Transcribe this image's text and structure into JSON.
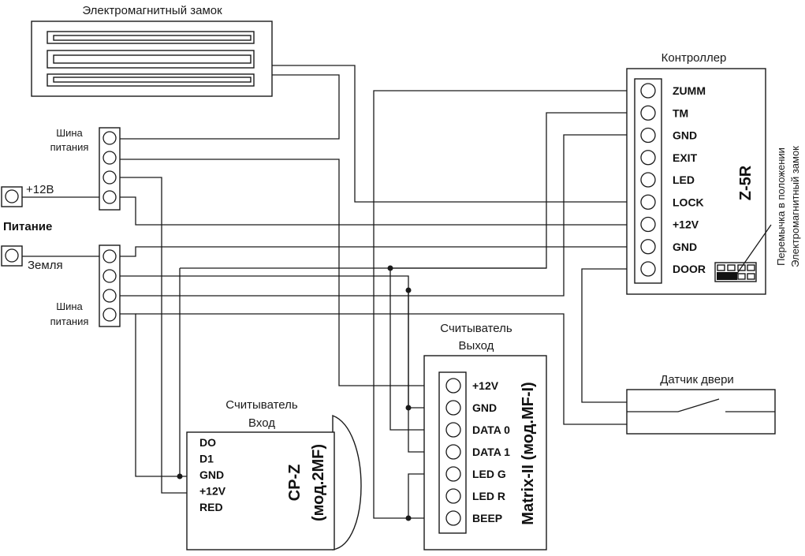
{
  "lock": {
    "title": "Электромагнитный замок"
  },
  "controller": {
    "title": "Контроллер",
    "model": "Z-5R",
    "pins": [
      "ZUMM",
      "TM",
      "GND",
      "EXIT",
      "LED",
      "LOCK",
      "+12V",
      "GND",
      "DOOR"
    ],
    "jumper_note_line1": "Перемычка в положении",
    "jumper_note_line2": "Электромагнитный замок"
  },
  "power": {
    "plus_label": "+12В",
    "title": "Питание",
    "ground_label": "Земля",
    "bus_top_line1": "Шина",
    "bus_top_line2": "питания",
    "bus_bottom_line1": "Шина",
    "bus_bottom_line2": "питания"
  },
  "reader_in": {
    "title_line1": "Считыватель",
    "title_line2": "Вход",
    "pins": [
      "DO",
      "D1",
      "GND",
      "+12V",
      "RED"
    ],
    "model_line1": "CP-Z",
    "model_line2": "(мод.2MF)"
  },
  "reader_out": {
    "title_line1": "Считыватель",
    "title_line2": "Выход",
    "pins": [
      "+12V",
      "GND",
      "DATA 0",
      "DATA 1",
      "LED G",
      "LED R",
      "BEEP"
    ],
    "model": "Matrix-II (мод.MF-I)"
  },
  "door_sensor": {
    "title": "Датчик двери"
  }
}
